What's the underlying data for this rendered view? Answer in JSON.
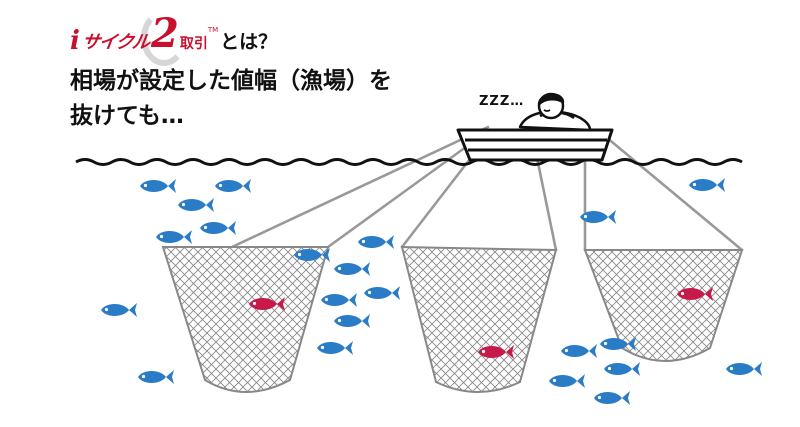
{
  "brand": {
    "i": "i",
    "name": "サイクル",
    "number": "2",
    "deal": "取引",
    "tm": "TM",
    "suffix": "とは？"
  },
  "headline": {
    "line1": "相場が設定した値幅（漁場）を",
    "line2": "抜けても…"
  },
  "sleep_text": "ZZZ…",
  "colors": {
    "fish_blue": "#2a7cc7",
    "fish_red": "#c8194b",
    "net_line": "#999999",
    "wave": "#111111",
    "brand_red": "#c8102e"
  },
  "icons": [
    "fish-icon",
    "net-icon",
    "boat-icon",
    "sleeping-man-icon",
    "wave-line"
  ]
}
